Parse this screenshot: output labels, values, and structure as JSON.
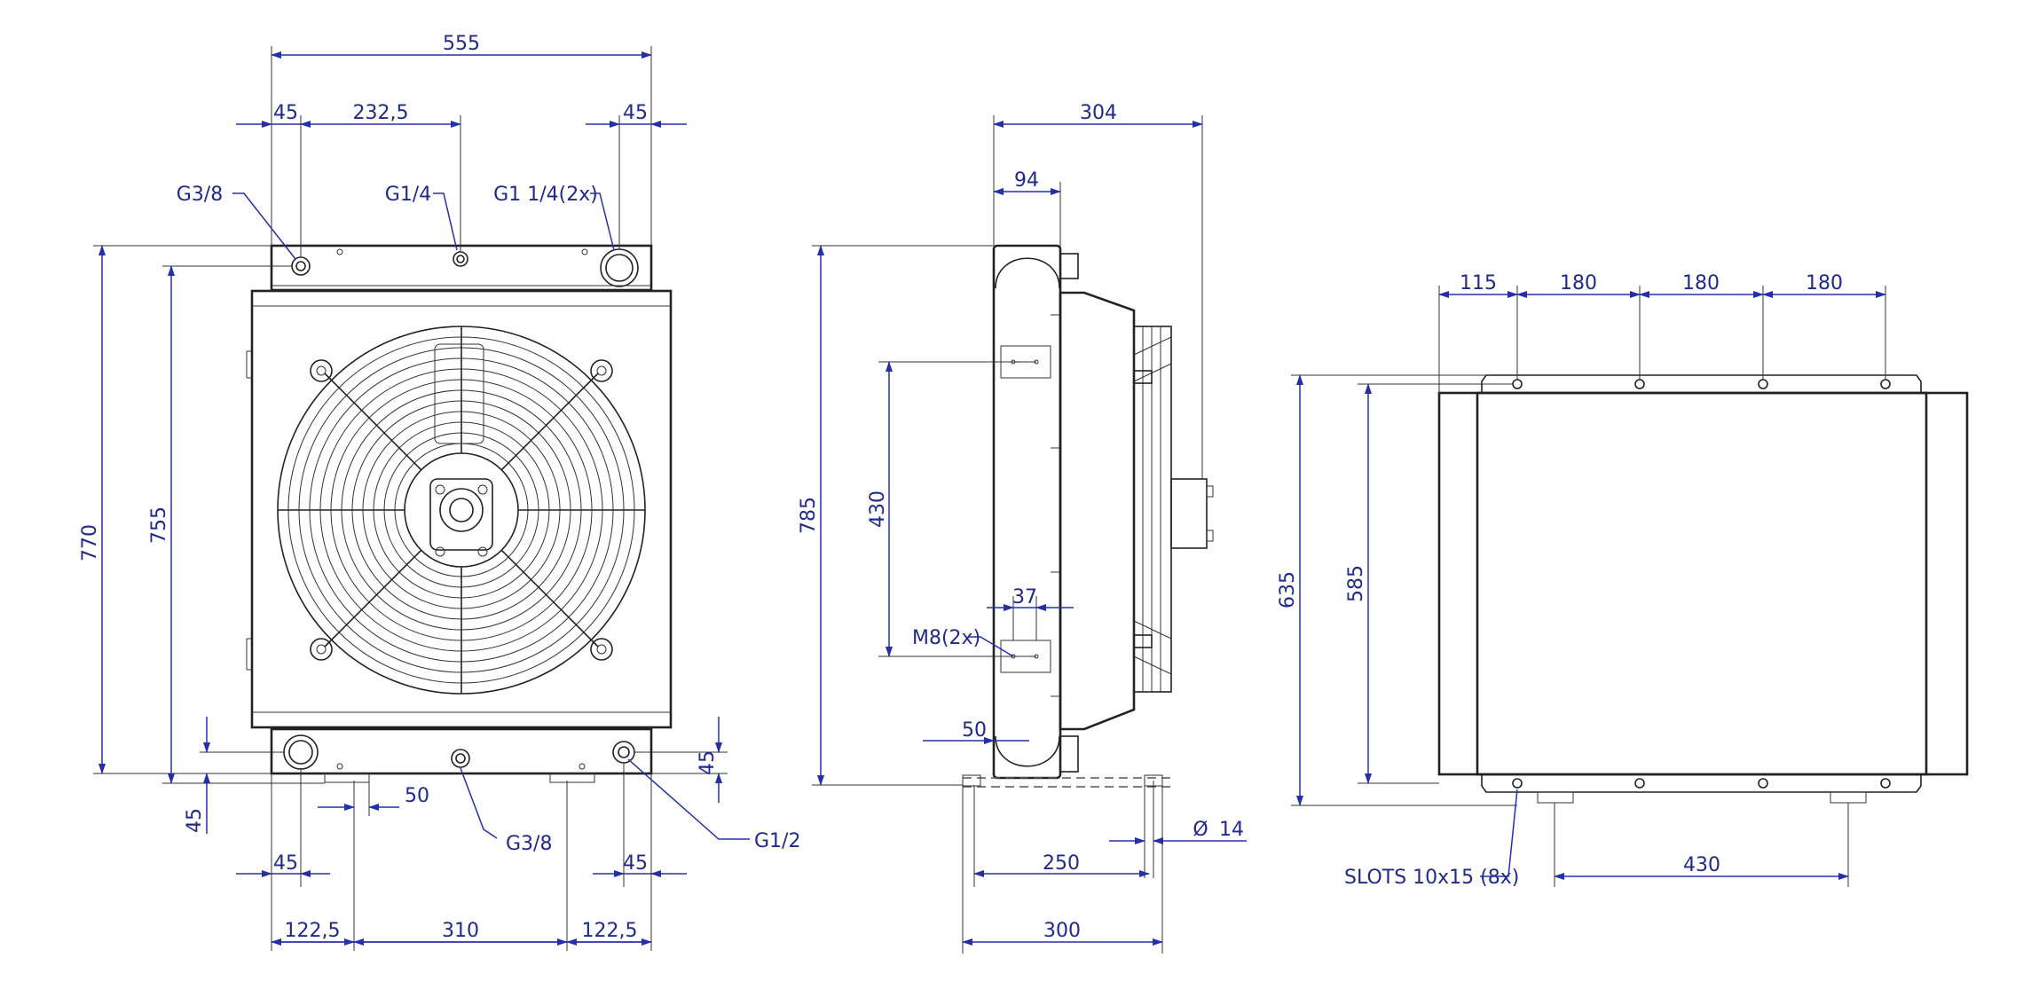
{
  "drawing": {
    "colors": {
      "outline": "#222222",
      "dimension": "#2530a8",
      "text": "#1f2a8a"
    },
    "front_view": {
      "dims": {
        "w555": "555",
        "w45a": "45",
        "w232": "232,5",
        "w45b": "45",
        "h770": "770",
        "h755": "755",
        "b45": "45",
        "b45l": "45",
        "b50": "50",
        "b45r": "45",
        "b45c": "45",
        "b122a": "122,5",
        "b310": "310",
        "b122b": "122,5"
      },
      "labels": {
        "g38_top": "G3/8",
        "g14": "G1/4",
        "g114": "G1 1/4(2x)",
        "g38_bot": "G3/8",
        "g12": "G1/2"
      }
    },
    "side_view": {
      "dims": {
        "w304": "304",
        "w94": "94",
        "h785": "785",
        "h430": "430",
        "w37": "37",
        "w50": "50",
        "d14": "14",
        "w250": "250",
        "w300": "300"
      },
      "labels": {
        "m8": "M8(2x)",
        "phi": "Ø"
      }
    },
    "top_view": {
      "dims": {
        "s115": "115",
        "s180a": "180",
        "s180b": "180",
        "s180c": "180",
        "h635": "635",
        "h585": "585",
        "w430": "430"
      },
      "labels": {
        "slots": "SLOTS 10x15 (8x)"
      }
    }
  }
}
